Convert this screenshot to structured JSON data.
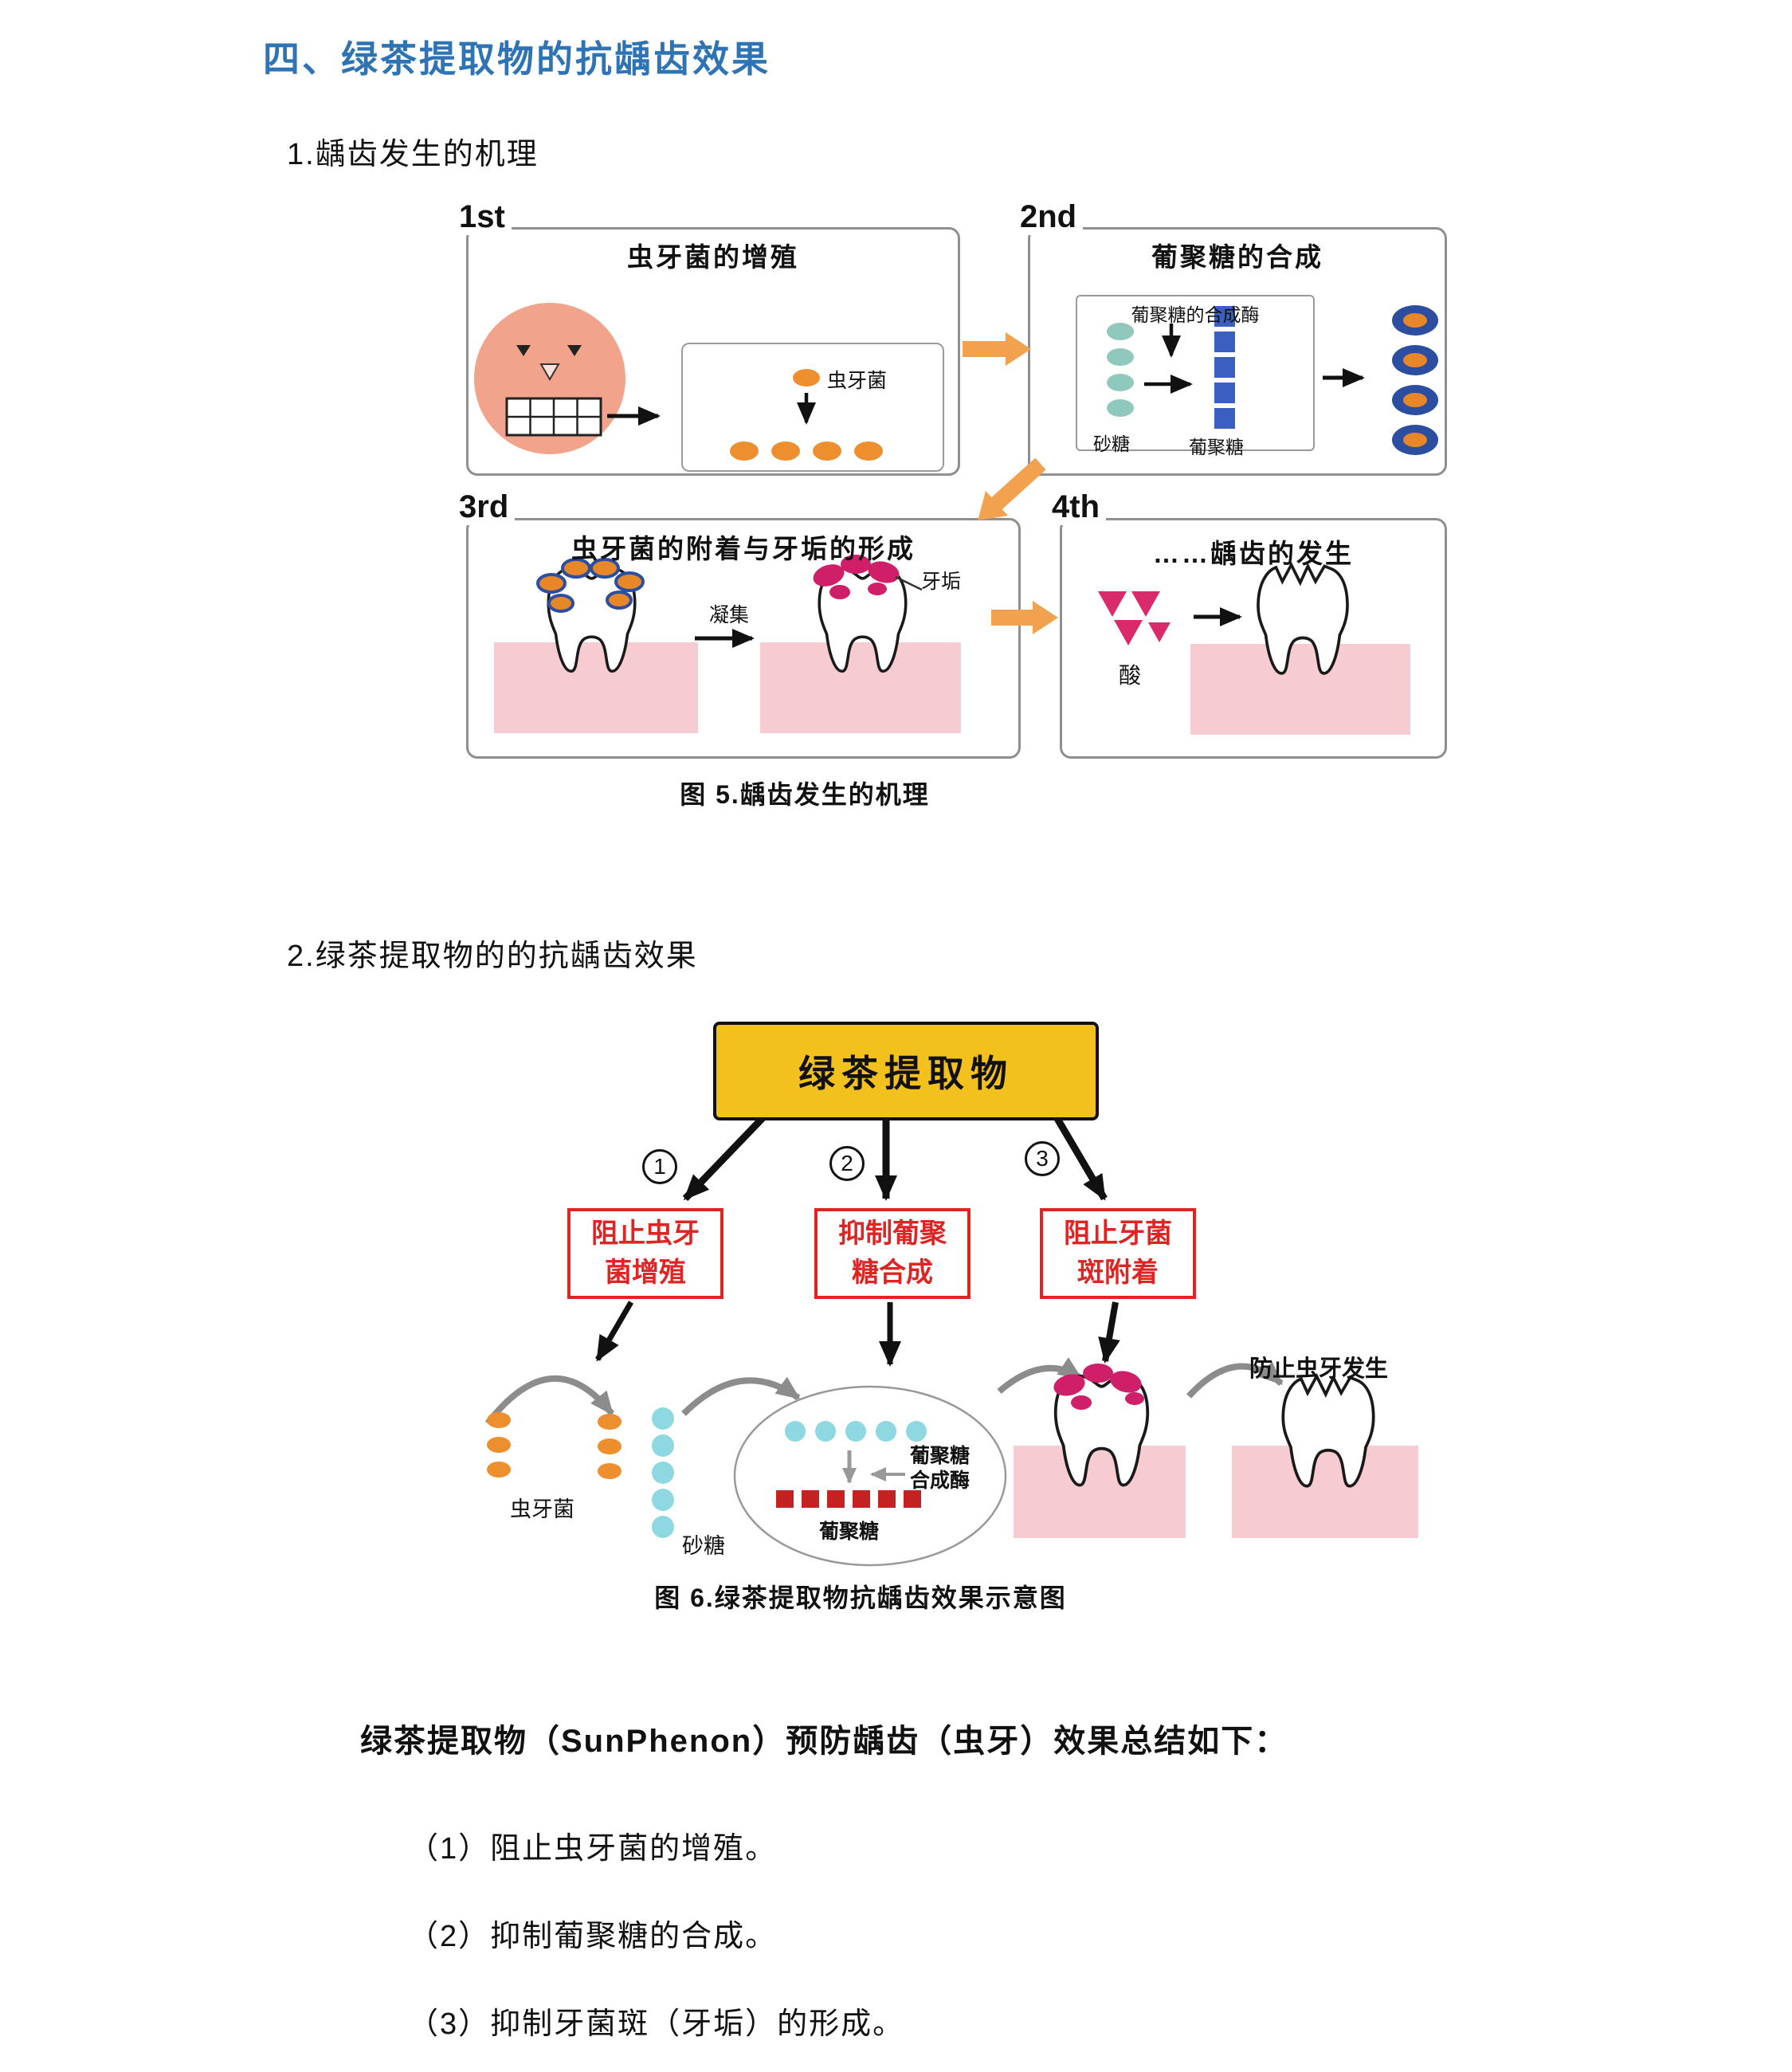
{
  "page": {
    "heading": "四、绿茶提取物的抗龋齿效果",
    "section1_title": "1.龋齿发生的机理",
    "section2_title": "2.绿茶提取物的的抗龋齿效果",
    "fig5_caption": "图 5.龋齿发生的机理",
    "fig6_caption": "图 6.绿茶提取物抗龋齿效果示意图",
    "summary": {
      "intro": "绿茶提取物（SunPhenon）预防龋齿（虫牙）效果总结如下：",
      "items": [
        "（1）阻止虫牙菌的增殖。",
        "（2）抑制葡聚糖的合成。",
        "（3）抑制牙菌斑（牙垢）的形成。"
      ]
    }
  },
  "fig5": {
    "panel1": {
      "step": "1st",
      "title": "虫牙菌的增殖",
      "bacteria_label": "虫牙菌"
    },
    "panel2": {
      "step": "2nd",
      "title": "葡聚糖的合成",
      "enzyme_label": "葡聚糖的合成酶",
      "sugar_label": "砂糖",
      "glucan_label": "葡聚糖"
    },
    "panel3": {
      "step": "3rd",
      "title": "虫牙菌的附着与牙垢的形成",
      "aggregation_label": "凝集",
      "plaque_label": "牙垢"
    },
    "panel4": {
      "step": "4th",
      "title": "……龋齿的发生",
      "acid_label": "酸"
    }
  },
  "fig6": {
    "source_label": "绿茶提取物",
    "step1_num": "1",
    "step2_num": "2",
    "step3_num": "3",
    "effect1": "阻止虫牙菌增殖",
    "effect2": "抑制葡聚糖合成",
    "effect3": "阻止牙菌斑附着",
    "bacteria_label": "虫牙菌",
    "sugar_label": "砂糖",
    "enzyme_line1": "葡聚糖",
    "enzyme_line2": "合成酶",
    "glucan_label": "葡聚糖",
    "result_label": "防止虫牙发生"
  },
  "colors": {
    "heading_blue": "#2E74B5",
    "bacteria_orange": "#EE8F2F",
    "flow_arrow_orange": "#F2A24E",
    "sugar_teal": "#8FC8BC",
    "glucan_blue": "#3A5FC0",
    "colony_navy": "#2C4EA0",
    "plaque_magenta": "#CE1F68",
    "gum_pink": "#F6CBD1",
    "extract_yellow": "#F2C11D",
    "effect_red": "#E02424",
    "arc_gray": "#8C8C8C"
  }
}
